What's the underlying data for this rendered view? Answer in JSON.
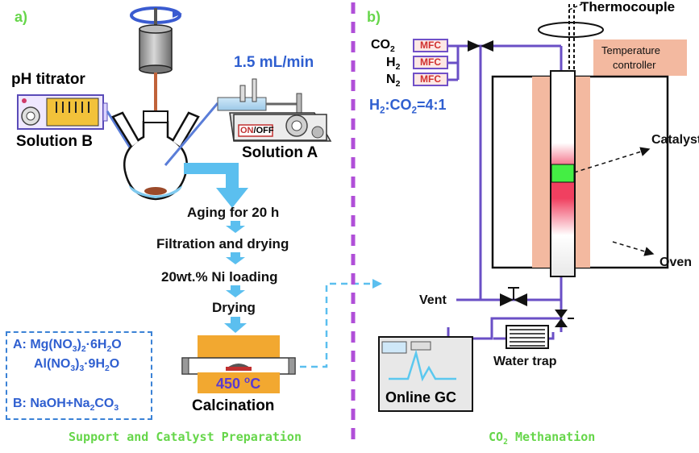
{
  "panel_a": {
    "tag": "a)",
    "flow_rate": "1.5 mL/min",
    "ph_titrator": "pH titrator",
    "solution_b": "Solution B",
    "solution_a": "Solution A",
    "on_off": {
      "on": "ON",
      "sep": "/",
      "off": "OFF"
    },
    "steps": [
      "Aging for 20 h",
      "Filtration and drying",
      "20wt.% Ni loading",
      "Drying"
    ],
    "temperature": {
      "value": "450 ",
      "unit_sup": "o",
      "unit": "C"
    },
    "calcination": "Calcination",
    "legend": {
      "a_prefix": "A: ",
      "a_line1": {
        "p1": "Mg(NO",
        "s1": "3",
        "p2": ")",
        "s2": "2",
        "p3": "·6H",
        "s3": "2",
        "p4": "O"
      },
      "a_line2": {
        "p1": "Al(NO",
        "s1": "3",
        "p2": ")",
        "s2": "3",
        "p3": "·9H",
        "s3": "2",
        "p4": "O"
      },
      "b_prefix": "B: ",
      "b_line": {
        "p1": "NaOH+Na",
        "s1": "2",
        "p2": "CO",
        "s2": "3"
      }
    },
    "caption": "Support and Catalyst Preparation"
  },
  "panel_b": {
    "tag": "b)",
    "thermocouple": "Thermocouple",
    "temp_controller": {
      "line1": "Temperature",
      "line2": "controller"
    },
    "gases": [
      {
        "base": "CO",
        "sub": "2"
      },
      {
        "base": "H",
        "sub": "2"
      },
      {
        "base": "N",
        "sub": "2"
      }
    ],
    "mfc": "MFC",
    "ratio": {
      "p1": "H",
      "s1": "2",
      "p2": ":CO",
      "s2": "2",
      "p3": "=4:1"
    },
    "catalyst": "Catalyst",
    "oven": "Oven",
    "vent": "Vent",
    "water_trap": "Water trap",
    "online_gc": "Online GC",
    "caption": {
      "p1": "CO",
      "s1": "2",
      "p2": " Methanation"
    }
  },
  "colors": {
    "gas_line": "#6a4fc6",
    "arrow_blue": "#5bbfef",
    "dashed_blue": "#3b82d6",
    "divider": "#b04fd8",
    "oven_band": "#f3b9a0",
    "catalyst_green": "#44ee44",
    "furnace_orange": "#f2a830",
    "caption_green": "#66d64a"
  }
}
